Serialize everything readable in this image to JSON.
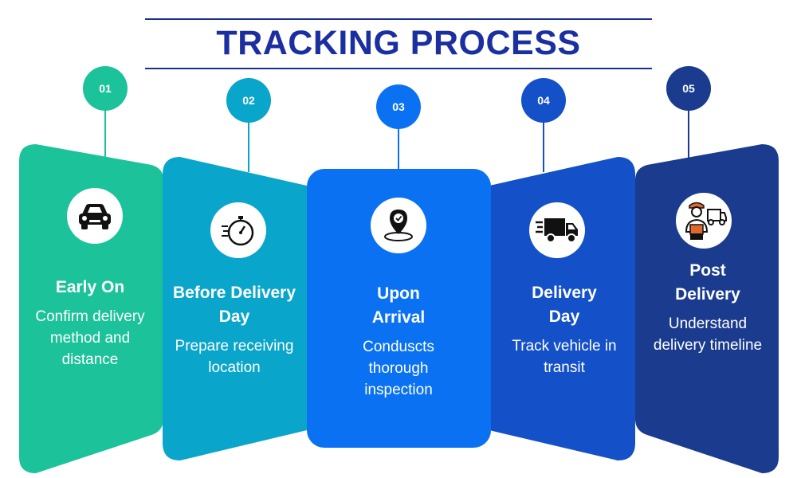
{
  "title": "TRACKING PROCESS",
  "colors": {
    "title": "#1b2fa0",
    "stage1": "#1cc29a",
    "stage2": "#0aa5cb",
    "stage3": "#0a72f2",
    "stage4": "#1450c8",
    "stage5": "#1a3b8e"
  },
  "stages": [
    {
      "number": "01",
      "title": "Early On",
      "description": "Confirm delivery method and distance",
      "icon": "car-icon"
    },
    {
      "number": "02",
      "title": "Before Delivery Day",
      "description": "Prepare receiving location",
      "icon": "stopwatch-icon"
    },
    {
      "number": "03",
      "title": "Upon Arrival",
      "description": "Conduscts thorough inspection",
      "icon": "location-pin-check-icon"
    },
    {
      "number": "04",
      "title": "Delivery Day",
      "description": "Track vehicle in transit",
      "icon": "fast-delivery-truck-icon"
    },
    {
      "number": "05",
      "title": "Post Delivery",
      "description": "Understand delivery timeline",
      "icon": "delivery-person-truck-icon"
    }
  ]
}
